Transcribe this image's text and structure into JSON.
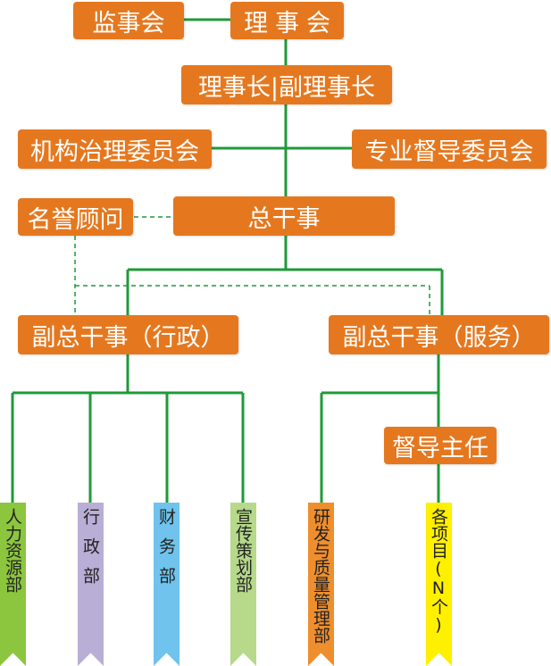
{
  "nodes": {
    "supervisors": "监事会",
    "board": "理事会",
    "chairs": "理事长|副理事长",
    "governance_committee": "机构治理委员会",
    "supervision_committee": "专业督导委员会",
    "advisors": "名誉顾问",
    "director_general": "总干事",
    "deputy_admin": "副总干事（行政）",
    "deputy_service": "副总干事（服务）",
    "supervision_director": "督导主任"
  },
  "departments": [
    {
      "label": "人力资源部",
      "color": "#8cc63f"
    },
    {
      "label": "行政部",
      "color": "#b9aed6"
    },
    {
      "label": "财务部",
      "color": "#6fc3ec"
    },
    {
      "label": "宣传策划部",
      "color": "#b6d98a"
    },
    {
      "label": "研发与质量管理部",
      "color": "#ef8e2c"
    },
    {
      "label": "各项目(N个)",
      "color": "#fff000"
    }
  ],
  "colors": {
    "box": "#e5781f",
    "line": "#1f9a3a"
  }
}
